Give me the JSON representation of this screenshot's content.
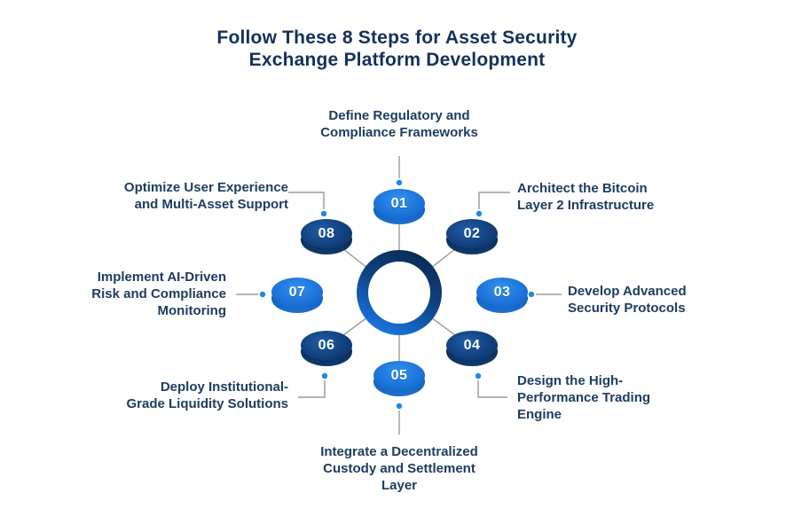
{
  "title": "Follow These 8 Steps for Asset Security\nExchange Platform Development",
  "colors": {
    "title_text": "#14315a",
    "label_text": "#1d3c61",
    "bright_blue": "#1b72d7",
    "dark_navy": "#123f7c",
    "connector_line": "#9a9a9a",
    "connector_dot": "#1e88e5",
    "background": "#ffffff"
  },
  "center_ring": {
    "shape": "ring",
    "gradient": [
      "#092a52",
      "#2283ea"
    ]
  },
  "steps": [
    {
      "num": "01",
      "tone": "bright",
      "position": "top",
      "label": "Define Regulatory and\nCompliance Frameworks"
    },
    {
      "num": "02",
      "tone": "dark",
      "position": "top-right",
      "label": "Architect the Bitcoin\nLayer 2 Infrastructure"
    },
    {
      "num": "03",
      "tone": "bright",
      "position": "right",
      "label": "Develop Advanced\nSecurity Protocols"
    },
    {
      "num": "04",
      "tone": "dark",
      "position": "bottom-right",
      "label": "Design the High-\nPerformance Trading\nEngine"
    },
    {
      "num": "05",
      "tone": "bright",
      "position": "bottom",
      "label": "Integrate a Decentralized\nCustody and Settlement\nLayer"
    },
    {
      "num": "06",
      "tone": "dark",
      "position": "bottom-left",
      "label": "Deploy Institutional-\nGrade Liquidity Solutions"
    },
    {
      "num": "07",
      "tone": "bright",
      "position": "left",
      "label": "Implement AI-Driven\nRisk and Compliance\nMonitoring"
    },
    {
      "num": "08",
      "tone": "dark",
      "position": "top-left",
      "label": "Optimize User Experience\nand Multi-Asset Support"
    }
  ]
}
